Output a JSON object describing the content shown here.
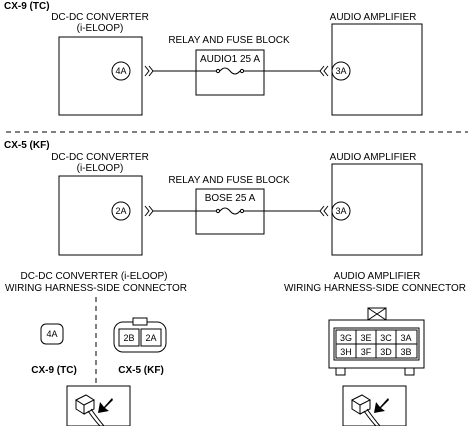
{
  "section1": {
    "model": "CX-9 (TC)",
    "converter_label_1": "DC-DC CONVERTER",
    "converter_label_2": "(i-ELOOP)",
    "relay_block_label": "RELAY AND FUSE BLOCK",
    "fuse_label": "AUDIO1 25 A",
    "amplifier_label": "AUDIO AMPLIFIER",
    "converter_terminal": "4A",
    "amplifier_terminal": "3A"
  },
  "section2": {
    "model": "CX-5 (KF)",
    "converter_label_1": "DC-DC CONVERTER",
    "converter_label_2": "(i-ELOOP)",
    "relay_block_label": "RELAY AND FUSE BLOCK",
    "fuse_label": "BOSE 25 A",
    "amplifier_label": "AUDIO AMPLIFIER",
    "converter_terminal": "2A",
    "amplifier_terminal": "3A"
  },
  "connectors": {
    "converter_title_1": "DC-DC CONVERTER (i-ELOOP)",
    "converter_title_2": "WIRING HARNESS-SIDE CONNECTOR",
    "amplifier_title_1": "AUDIO AMPLIFIER",
    "amplifier_title_2": "WIRING HARNESS-SIDE CONNECTOR",
    "tc_terminal": "4A",
    "tc_label": "CX-9 (TC)",
    "kf_terminals": [
      "2B",
      "2A"
    ],
    "kf_label": "CX-5 (KF)",
    "amp_terminals_row1": [
      "3G",
      "3E",
      "3C",
      "3A"
    ],
    "amp_terminals_row2": [
      "3H",
      "3F",
      "3D",
      "3B"
    ]
  }
}
